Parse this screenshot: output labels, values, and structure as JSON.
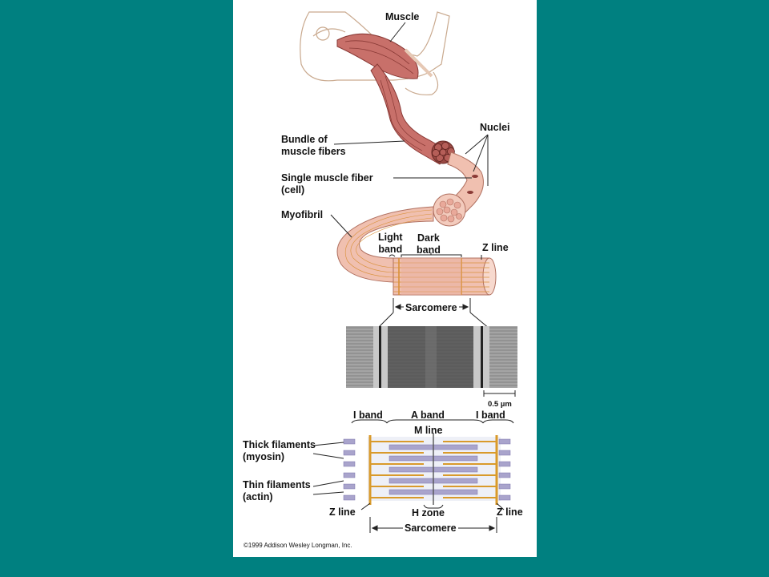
{
  "labels": {
    "muscle": "Muscle",
    "bundle_line1": "Bundle of",
    "bundle_line2": "muscle fibers",
    "nuclei": "Nuclei",
    "single_fiber_line1": "Single muscle fiber",
    "single_fiber_line2": "(cell)",
    "myofibril": "Myofibril",
    "light_band_line1": "Light",
    "light_band_line2": "band",
    "dark_band_line1": "Dark",
    "dark_band_line2": "band",
    "z_line_top": "Z line",
    "sarcomere_top": "Sarcomere",
    "scale": "0.5 µm",
    "i_band_left": "I band",
    "a_band": "A band",
    "i_band_right": "I band",
    "m_line": "M line",
    "thick_line1": "Thick filaments",
    "thick_line2": "(myosin)",
    "thin_line1": "Thin filaments",
    "thin_line2": "(actin)",
    "z_line_left": "Z line",
    "h_zone": "H zone",
    "z_line_right": "Z line",
    "sarcomere_bottom": "Sarcomere",
    "copyright": "©1999 Addison Wesley Longman, Inc."
  },
  "colors": {
    "background": "#008080",
    "panel": "#ffffff",
    "muscle": "#c8706a",
    "muscle_dark": "#8a3a36",
    "fiber": "#f0c0b0",
    "stripe": "#d9913a",
    "myosin": "#a9a4cc",
    "actin": "#d99a2b"
  }
}
